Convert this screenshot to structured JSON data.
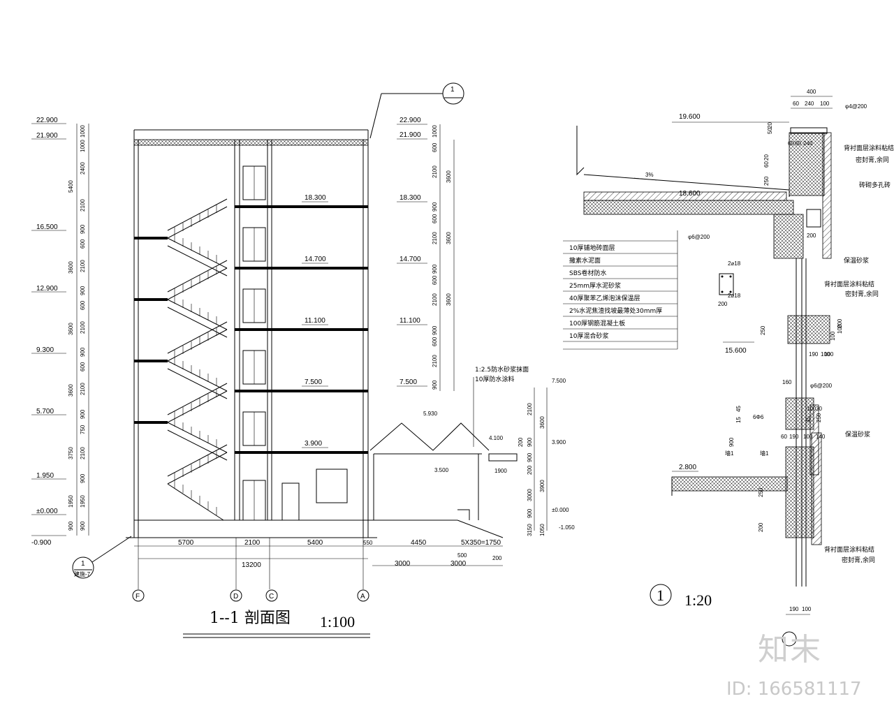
{
  "section": {
    "title": "1--1 剖面图",
    "scale": "1:100",
    "top_callout": "1",
    "bottom_callout_num": "1",
    "bottom_callout_ref": "建施-7",
    "left_elevations": [
      "22.900",
      "21.900",
      "16.500",
      "12.900",
      "9.300",
      "5.700",
      "1.950",
      "±0.000",
      "-0.900"
    ],
    "left_dims_outer": [
      "5400",
      "3600",
      "3600",
      "3600",
      "3750",
      "1950",
      "900"
    ],
    "left_dims_inner": [
      "1000",
      "1000",
      "2400",
      "2100",
      "900",
      "600",
      "2100",
      "900",
      "600",
      "2100",
      "900",
      "600",
      "2100",
      "900",
      "750",
      "2100",
      "900",
      "1950",
      "900"
    ],
    "floor_levels": [
      "18.300",
      "14.700",
      "11.100",
      "7.500",
      "3.900"
    ],
    "right_elevations": [
      "22.900",
      "21.900",
      "18.300",
      "14.700",
      "11.100",
      "7.500"
    ],
    "right_dims_inner": [
      "1000",
      "600",
      "2100",
      "900",
      "600",
      "2100",
      "900",
      "600",
      "2100",
      "900",
      "600",
      "2100",
      "900"
    ],
    "right_dims_outer": [
      "3600",
      "3600",
      "3600"
    ],
    "bottom_dims": [
      "5700",
      "2100",
      "5400",
      "550",
      "4450",
      "5X350=1750"
    ],
    "bottom_total": "13200",
    "bottom_sub": [
      "500",
      "3000",
      "3000",
      "200"
    ],
    "axes": [
      "F",
      "D",
      "C",
      "A"
    ],
    "annex_levels": [
      "5.930",
      "4.100",
      "3.500",
      "7.500",
      "3.900",
      "±0.000",
      "-1.050"
    ],
    "annex_dims": [
      "2100",
      "3600",
      "900",
      "200",
      "900",
      "1900",
      "200",
      "3900",
      "3000",
      "3150",
      "1050",
      "900"
    ],
    "annex_notes": [
      "1:2.5防水砂浆抹面",
      "10厚防水涂料"
    ]
  },
  "detail": {
    "callout": "1",
    "scale": "1:20",
    "top_dims": [
      "400",
      "60",
      "240",
      "100"
    ],
    "rebar": [
      "φ4@200",
      "φ6@200",
      "6Φ6",
      "2⌀18",
      "2⌀18",
      "φ6@200"
    ],
    "levels": [
      "19.600",
      "18.600",
      "15.600",
      "2.800"
    ],
    "slope": "3%",
    "layers": [
      "10厚铺地砖面层",
      "撒素水泥面",
      "SBS卷材防水",
      "25mm厚水泥砂浆",
      "40厚聚苯乙烯泡沫保温层",
      "2%水泥焦渣找坡最薄处30mm厚",
      "100厚钢筋混凝土板",
      "10厚混合砂浆"
    ],
    "notes": [
      "背衬面层涂料粘结",
      "密封膏,余同",
      "砖砌多孔砖",
      "保温砂浆",
      "背衬面层涂料粘结",
      "密封膏,余同",
      "保温砂浆",
      "背衬面层涂料粘结",
      "密封膏,余同"
    ],
    "dims": [
      "60",
      "60",
      "240",
      "50",
      "20",
      "250",
      "60",
      "20",
      "200",
      "200",
      "100",
      "200",
      "250",
      "190",
      "100",
      "100",
      "100",
      "160",
      "45",
      "100",
      "30",
      "15",
      "45",
      "250",
      "60",
      "190",
      "100",
      "140",
      "900",
      "250",
      "200",
      "190",
      "100"
    ],
    "labels": [
      "墙1",
      "墙1"
    ]
  },
  "watermark": {
    "brand": "知末",
    "id": "ID: 166581117"
  }
}
